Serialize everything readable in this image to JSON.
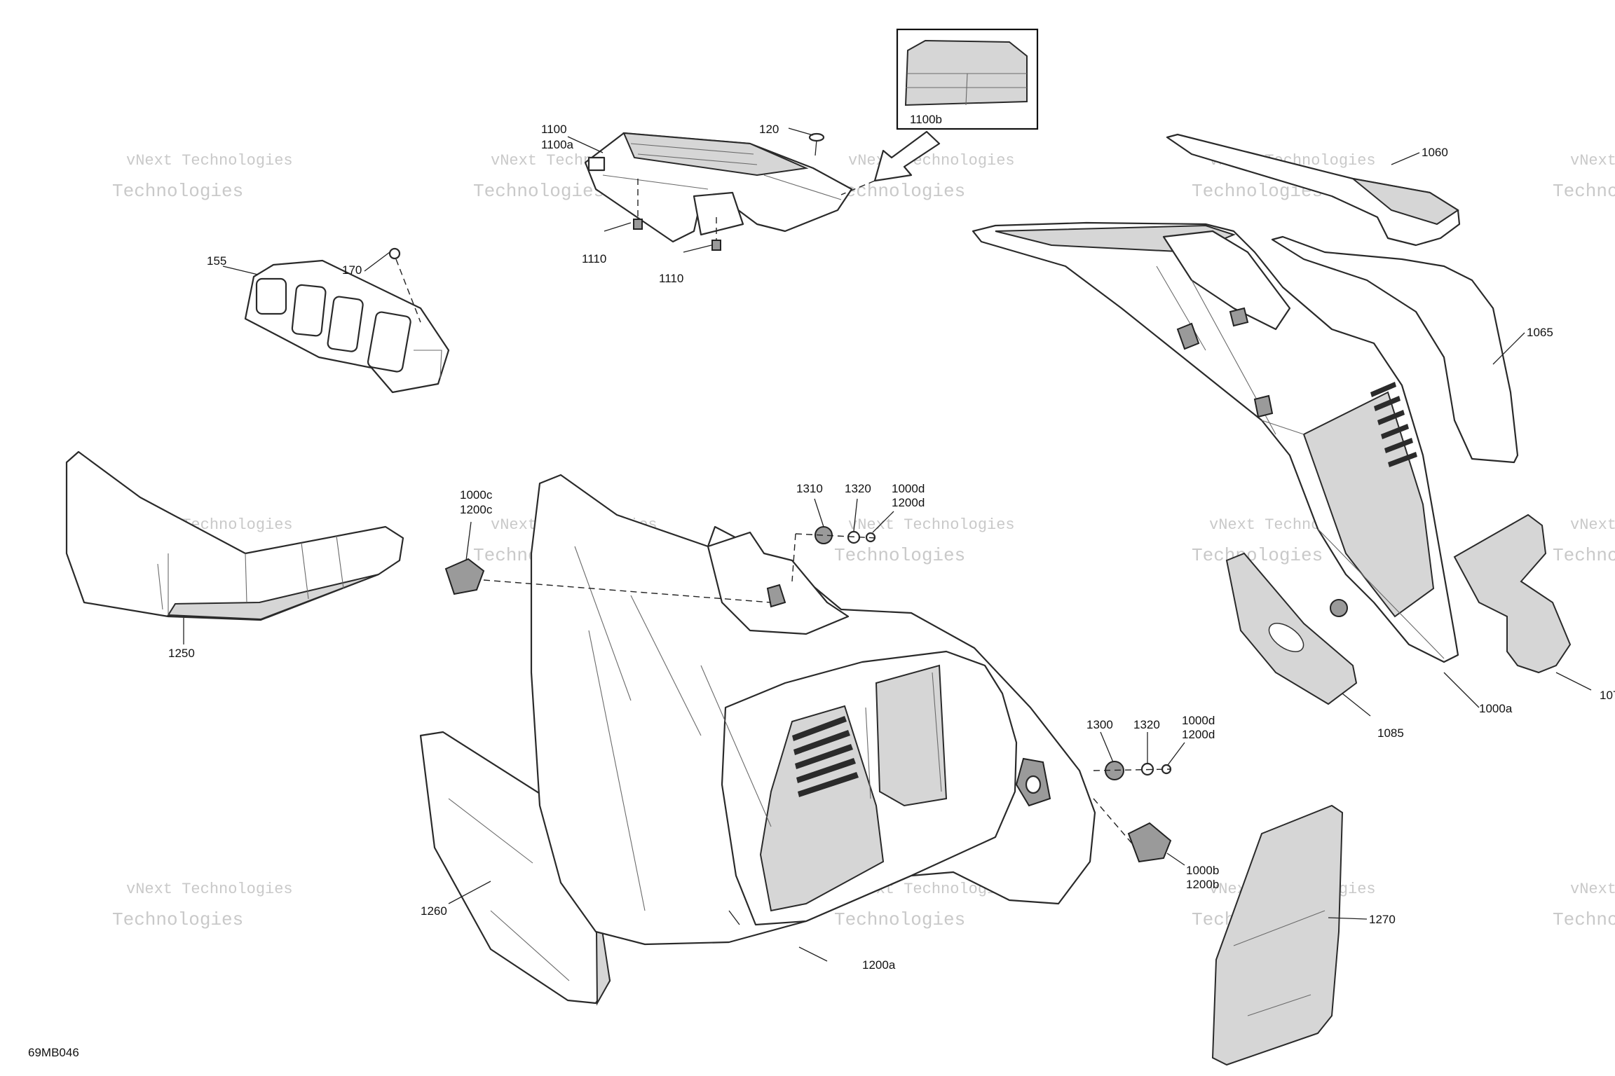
{
  "diagram": {
    "drawing_code": "69MB046",
    "watermark": {
      "line1": "vNext Technologies",
      "line2": "Technologies",
      "prefix": "vNext"
    },
    "callouts": {
      "c1100": "1100",
      "c1100a": "1100a",
      "c120": "120",
      "c1110_left": "1110",
      "c1110_right": "1110",
      "c1100b": "1100b",
      "c155": "155",
      "c170": "170",
      "c1060": "1060",
      "c1065": "1065",
      "c1250": "1250",
      "c1000c": "1000c",
      "c1200c": "1200c",
      "c1310": "1310",
      "c1320_top": "1320",
      "c1000d_top": "1000d",
      "c1200d_top": "1200d",
      "c1085": "1085",
      "c1000a": "1000a",
      "c107": "107",
      "c1300": "1300",
      "c1320_bottom": "1320",
      "c1000d_bottom": "1000d",
      "c1200d_bottom": "1200d",
      "c1000b": "1000b",
      "c1200b": "1200b",
      "c1260": "1260",
      "c1200a": "1200a",
      "c1270": "1270"
    }
  }
}
